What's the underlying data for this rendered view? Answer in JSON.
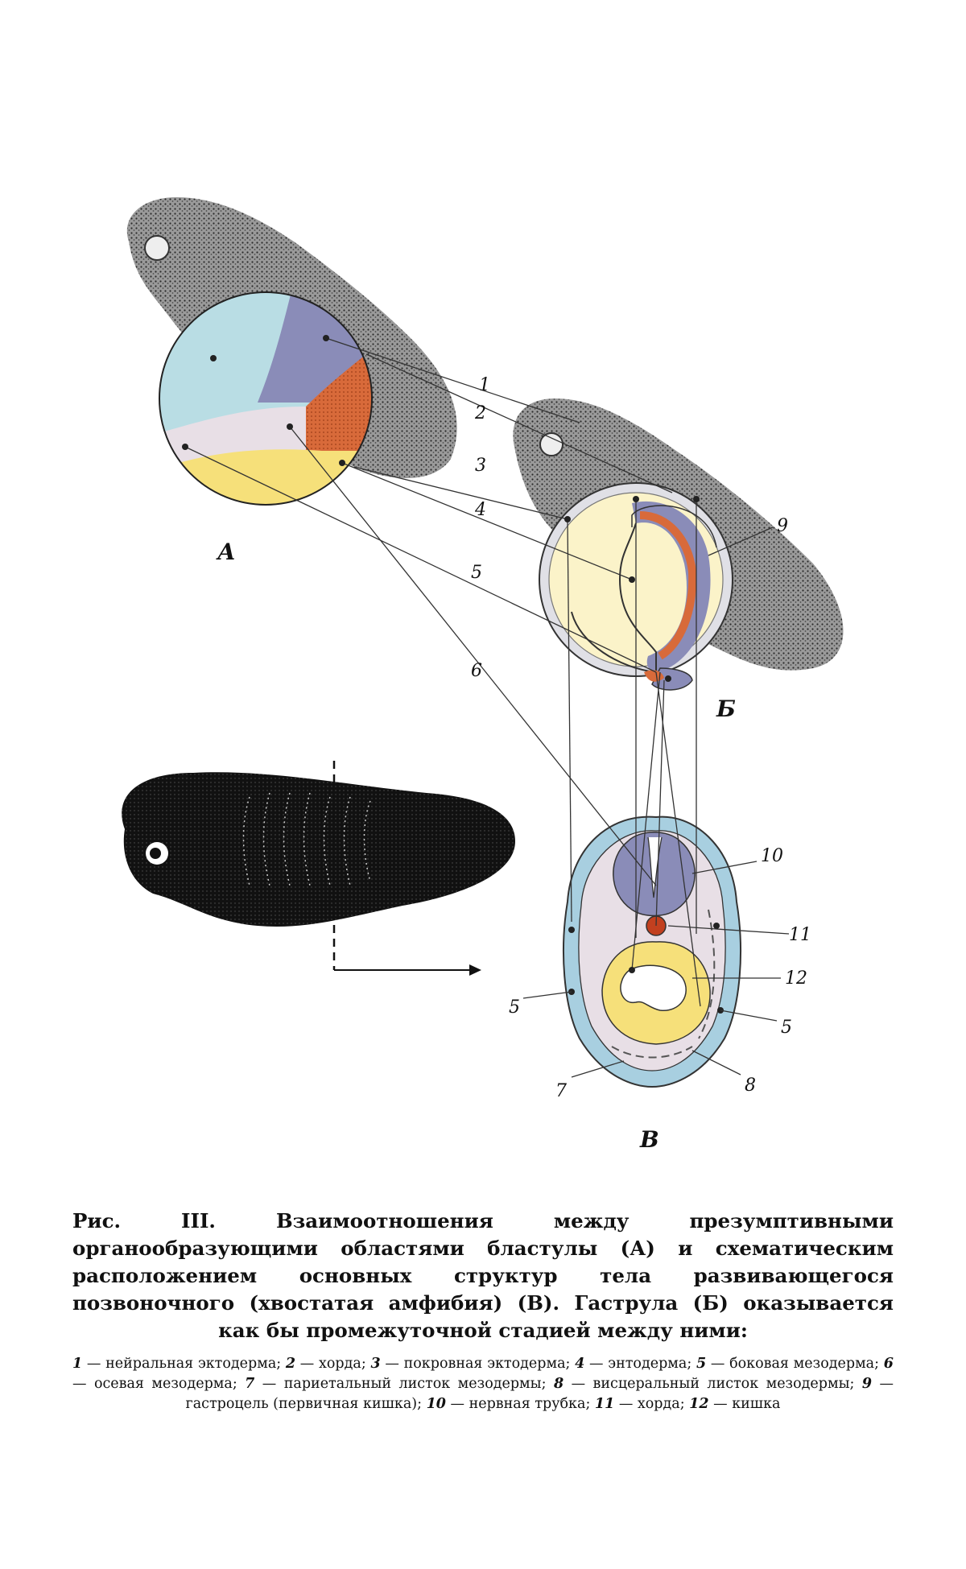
{
  "figure": {
    "stage_labels": {
      "a": "А",
      "b": "Б",
      "c": "В"
    },
    "numbers": [
      "1",
      "2",
      "3",
      "4",
      "5",
      "6",
      "7",
      "8",
      "9",
      "10",
      "11",
      "12"
    ]
  },
  "caption": {
    "title": "Рис. III. Взаимоотношения между презумптивными органообразующими областями бластулы (А) и схематическим расположением основных структур тела развивающегося позвоночного (хвостатая амфибия) (В). Гаструла (Б) оказывается как бы промежуточной стадией между ними:",
    "legend": [
      {
        "num": "1",
        "text": "нейральная эктодерма"
      },
      {
        "num": "2",
        "text": "хорда"
      },
      {
        "num": "3",
        "text": "покровная эктодерма"
      },
      {
        "num": "4",
        "text": "энтодерма"
      },
      {
        "num": "5",
        "text": "боковая мезодерма"
      },
      {
        "num": "6",
        "text": "осевая мезодерма"
      },
      {
        "num": "7",
        "text": "париетальный листок мезодермы"
      },
      {
        "num": "8",
        "text": "висцеральный листок мезодермы"
      },
      {
        "num": "9",
        "text": "гастроцель (первичная кишка)"
      },
      {
        "num": "10",
        "text": "нервная трубка"
      },
      {
        "num": "11",
        "text": "хорда"
      },
      {
        "num": "12",
        "text": "кишка"
      }
    ]
  },
  "colors": {
    "neural_ectoderm": "#b9dde4",
    "chorda": "#8a8cb8",
    "epidermis": "#e0e0e6",
    "endoderm": "#f6e07a",
    "lateral_mesoderm": "#e8dfe6",
    "axial_mesoderm": "#d86a3a",
    "gastrula_endoderm": "#fbf3c9",
    "outer_ring": "#a8cfe0"
  }
}
